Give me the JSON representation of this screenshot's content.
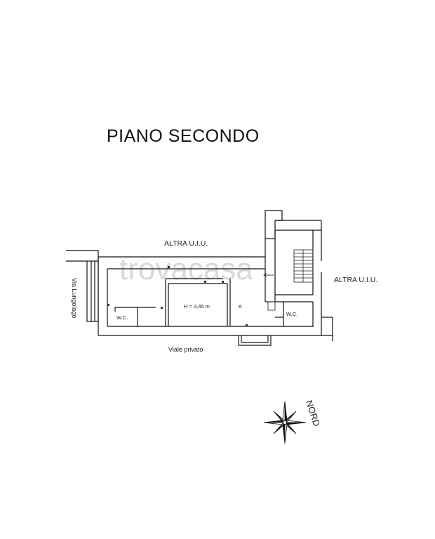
{
  "title": "PIANO SECONDO",
  "watermark": "trovacasa",
  "labels": {
    "altra_top": "ALTRA U.I.U.",
    "altra_right": "ALTRA U.I.U.",
    "via_lungolago": "Via Lungolago",
    "viale_privato": "Viale privato",
    "wc_left": "W.C.",
    "wc_right": "W.C.",
    "height": "H = 3,45 m",
    "kitchen": "K",
    "north": "NORD"
  },
  "colors": {
    "wall": "#111111",
    "line": "#333333",
    "watermark": "#d9d9d9"
  }
}
